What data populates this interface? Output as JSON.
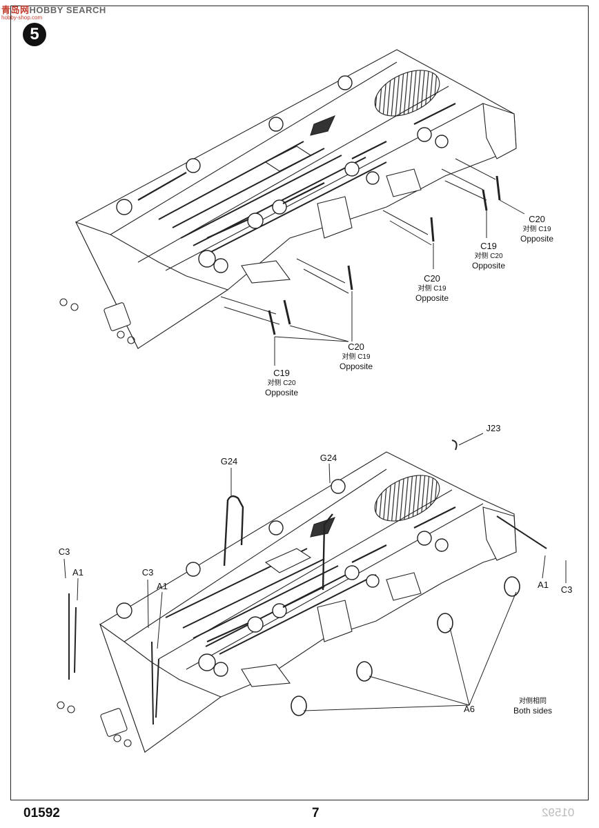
{
  "watermark": {
    "brand_cn": "青岛网",
    "brand_en": "HOBBY SEARCH",
    "url": "hobby-shop.com"
  },
  "step": "5",
  "footer": {
    "code": "01592",
    "page": "7",
    "ghost_code": "01592"
  },
  "top": {
    "labels": [
      {
        "id": "c19-left",
        "part": "C19",
        "sub": "对侧 C20",
        "op": "Opposite"
      },
      {
        "id": "c20-left",
        "part": "C20",
        "sub": "对侧 C19",
        "op": "Opposite"
      },
      {
        "id": "c20-mid",
        "part": "C20",
        "sub": "对侧 C19",
        "op": "Opposite"
      },
      {
        "id": "c19-right",
        "part": "C19",
        "sub": "对侧 C20",
        "op": "Opposite"
      },
      {
        "id": "c20-right",
        "part": "C20",
        "sub": "对侧 C19",
        "op": "Opposite"
      }
    ]
  },
  "bottom": {
    "labels": {
      "j23": "J23",
      "g24_left": "G24",
      "g24_right": "G24",
      "c3_left": "C3",
      "a1_left": "A1",
      "c3_mid": "C3",
      "a1_mid": "A1",
      "a1_right": "A1",
      "c3_right": "C3",
      "a6": "A6"
    },
    "note": {
      "cn": "对侧相同",
      "en": "Both sides"
    }
  }
}
